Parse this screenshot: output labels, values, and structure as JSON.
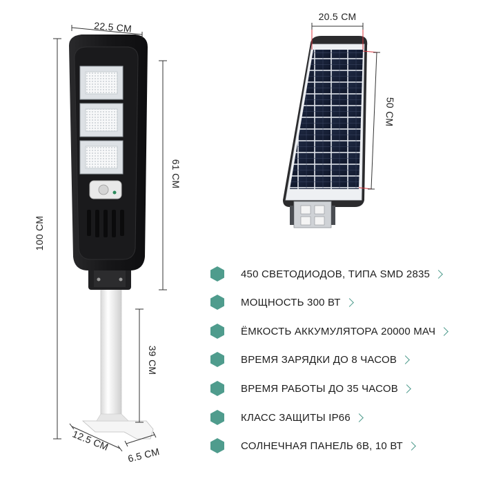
{
  "dimensions": {
    "lamp_width": "22.5 СМ",
    "lamp_height": "61 СМ",
    "total_height": "100 СМ",
    "pole_height": "39 СМ",
    "bracket_length": "12.5 СМ",
    "bracket_width": "6.5 СМ",
    "panel_width": "20.5 СМ",
    "panel_height": "50 СМ"
  },
  "features": [
    {
      "icon": "hexagon-bullet-icon",
      "text": "450 СВЕТОДИОДОВ, ТИПА SMD 2835"
    },
    {
      "icon": "hexagon-bullet-icon",
      "text": "МОЩНОСТЬ 300 ВТ"
    },
    {
      "icon": "hexagon-bullet-icon",
      "text": "ЁМКОСТЬ АККУМУЛЯТОРА 20000 МАЧ"
    },
    {
      "icon": "hexagon-bullet-icon",
      "text": "ВРЕМЯ ЗАРЯДКИ ДО 8 ЧАСОВ"
    },
    {
      "icon": "hexagon-bullet-icon",
      "text": "ВРЕМЯ РАБОТЫ ДО 35 ЧАСОВ"
    },
    {
      "icon": "hexagon-bullet-icon",
      "text": "КЛАСС ЗАЩИТЫ IP66"
    },
    {
      "icon": "hexagon-bullet-icon",
      "text": "СОЛНЕЧНАЯ ПАНЕЛЬ 6В, 10 ВТ"
    }
  ],
  "colors": {
    "accent": "#4f9c8d",
    "dimension_red": "#d9363e",
    "lamp_body": "#1c1c1e",
    "pole": "#f1f1f1"
  }
}
